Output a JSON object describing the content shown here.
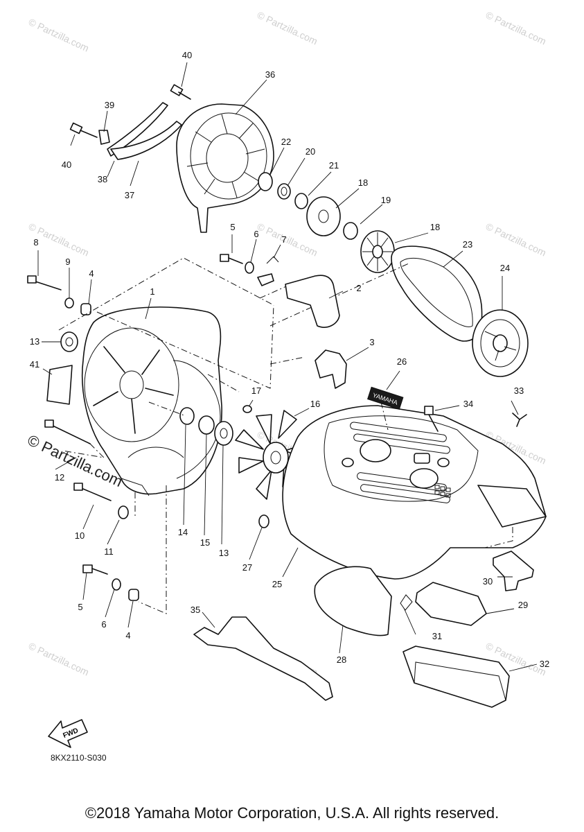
{
  "watermark": {
    "text": "© Partzilla.com",
    "emphasis_text": "© Partzilla.com"
  },
  "diagram_code": "8KX2110-S030",
  "fwd_label": "FWD",
  "badge_text": "YAMAHA",
  "copyright": "©2018 Yamaha Motor Corporation, U.S.A. All rights reserved.",
  "callouts": [
    "1",
    "2",
    "3",
    "4",
    "4",
    "5",
    "5",
    "6",
    "6",
    "7",
    "8",
    "9",
    "10",
    "11",
    "12",
    "13",
    "13",
    "14",
    "15",
    "16",
    "17",
    "18",
    "18",
    "19",
    "20",
    "21",
    "22",
    "23",
    "24",
    "25",
    "26",
    "27",
    "28",
    "29",
    "30",
    "31",
    "32",
    "33",
    "34",
    "35",
    "36",
    "37",
    "38",
    "39",
    "40",
    "40",
    "41"
  ]
}
